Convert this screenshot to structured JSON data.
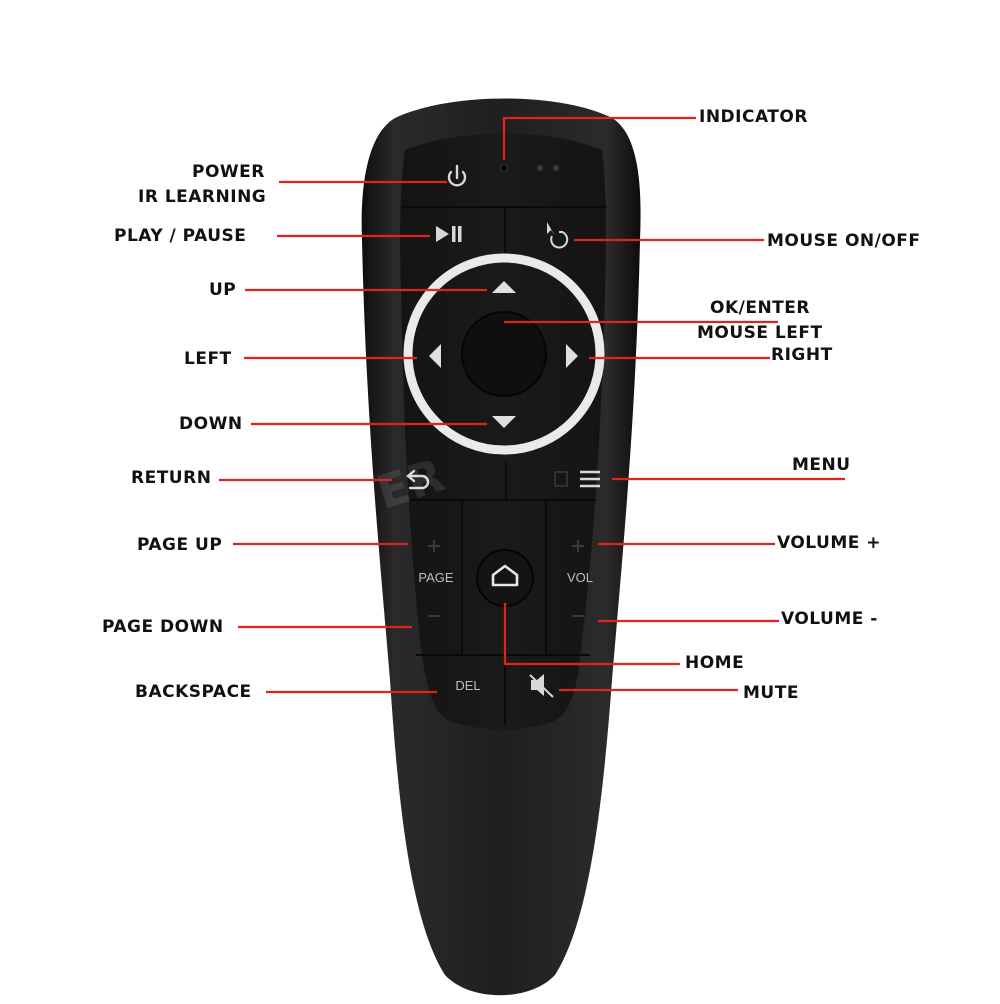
{
  "accent_color": "#e0231f",
  "body_color": "#1c1c1c",
  "labels": {
    "indicator": "INDICATOR",
    "power": "POWER",
    "ir_learning": "IR LEARNING",
    "play_pause": "PLAY / PAUSE",
    "mouse_onoff": "MOUSE ON/OFF",
    "up": "UP",
    "ok_enter": "OK/ENTER",
    "mouse_left": "MOUSE LEFT",
    "right": "RIGHT",
    "left": "LEFT",
    "down": "DOWN",
    "return": "RETURN",
    "menu": "MENU",
    "page_up": "PAGE UP",
    "volume_plus": "VOLUME +",
    "page_down": "PAGE DOWN",
    "volume_minus": "VOLUME -",
    "home": "HOME",
    "backspace": "BACKSPACE",
    "mute": "MUTE"
  },
  "keys": {
    "page": "PAGE",
    "vol": "VOL",
    "del": "DEL"
  },
  "watermark": "W       ER"
}
